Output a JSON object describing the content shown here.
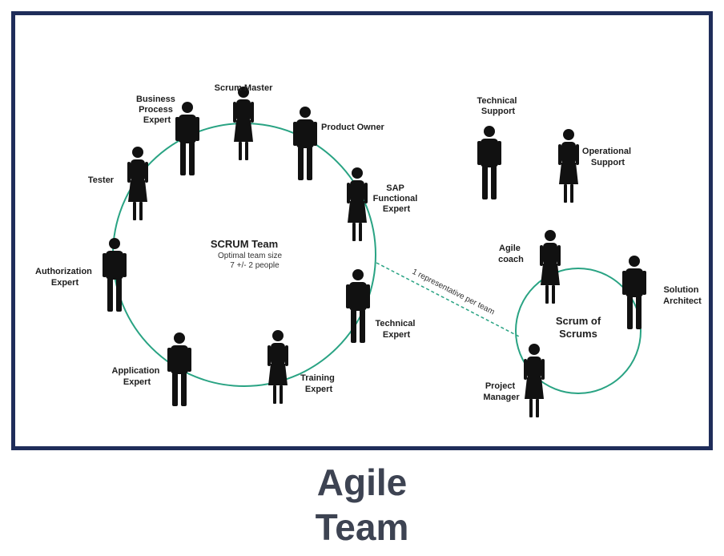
{
  "colors": {
    "frame": "#1f2d5a",
    "circle": "#29a383",
    "title": "#3d4352",
    "figure": "#111111"
  },
  "scrum_team": {
    "title": "SCRUM Team",
    "subtitle_line1": "Optimal team size",
    "subtitle_line2": "7 +/- 2 people",
    "roles": {
      "scrum_master": [
        "Scrum Master"
      ],
      "product_owner": [
        "Product Owner"
      ],
      "business_process_expert": [
        "Business",
        "Process",
        "Expert"
      ],
      "tester": [
        "Tester"
      ],
      "sap_functional_expert": [
        "SAP",
        "Functional",
        "Expert"
      ],
      "authorization_expert": [
        "Authorization",
        "Expert"
      ],
      "technical_expert": [
        "Technical",
        "Expert"
      ],
      "application_expert": [
        "Application",
        "Expert"
      ],
      "training_expert": [
        "Training",
        "Expert"
      ]
    }
  },
  "connector": {
    "label": "1 representative per team"
  },
  "scrum_of_scrums": {
    "title_line1": "Scrum of",
    "title_line2": "Scrums",
    "roles": {
      "agile_coach": [
        "Agile",
        "coach"
      ],
      "solution_architect": [
        "Solution",
        "Architect"
      ],
      "project_manager": [
        "Project",
        "Manager"
      ]
    }
  },
  "support": {
    "technical_support": [
      "Technical",
      "Support"
    ],
    "operational_support": [
      "Operational",
      "Support"
    ]
  },
  "bottom_title": {
    "line1": "Agile",
    "line2": "Team"
  }
}
